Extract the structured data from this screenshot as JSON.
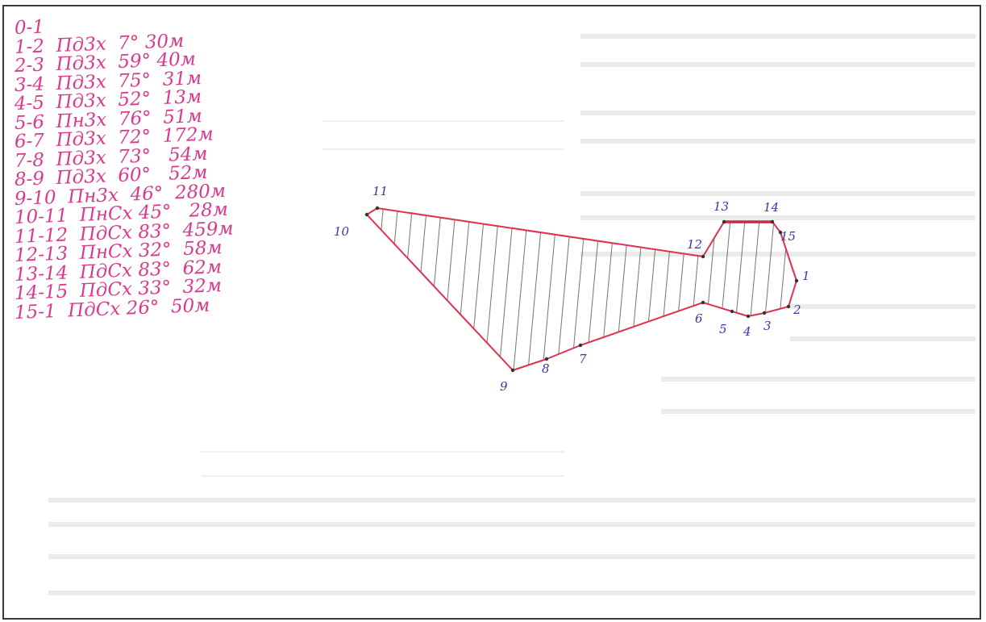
{
  "notes": {
    "lines": [
      "0-1",
      "1-2  Пд3х  7° 30м",
      "2-3  Пд3х  59° 40м",
      "3-4  Пд3х  75°  31м",
      "4-5  Пд3х  52°  13м",
      "5-6  Пн3х  76°  51м",
      "6-7  Пд3х  72°  172м",
      "7-8  Пд3х  73°   54м",
      "8-9  Пд3х  60°   52м",
      "9-10  Пн3х  46°  280м",
      "10-11  ПнСх 45°   28м",
      "11-12  ПдСх 83°  459м",
      "12-13  ПнСх 32°  58м",
      "13-14  ПдСх 83°  62м",
      "14-15  ПдСх 33°  32м",
      "15-1  ПдСх 26°  50м"
    ]
  },
  "diagram": {
    "points": [
      {
        "label": "1"
      },
      {
        "label": "2"
      },
      {
        "label": "3"
      },
      {
        "label": "4"
      },
      {
        "label": "5"
      },
      {
        "label": "6"
      },
      {
        "label": "7"
      },
      {
        "label": "8"
      },
      {
        "label": "9"
      },
      {
        "label": "10"
      },
      {
        "label": "11"
      },
      {
        "label": "12"
      },
      {
        "label": "13"
      },
      {
        "label": "14"
      },
      {
        "label": "15"
      }
    ]
  },
  "colors": {
    "ink_pink": "#d93a8e",
    "ink_blue": "#3d34a8",
    "outline": "#e0314f",
    "hatch": "#555555",
    "frame": "#3a3a3a",
    "ghost": "#dcdcdc"
  }
}
